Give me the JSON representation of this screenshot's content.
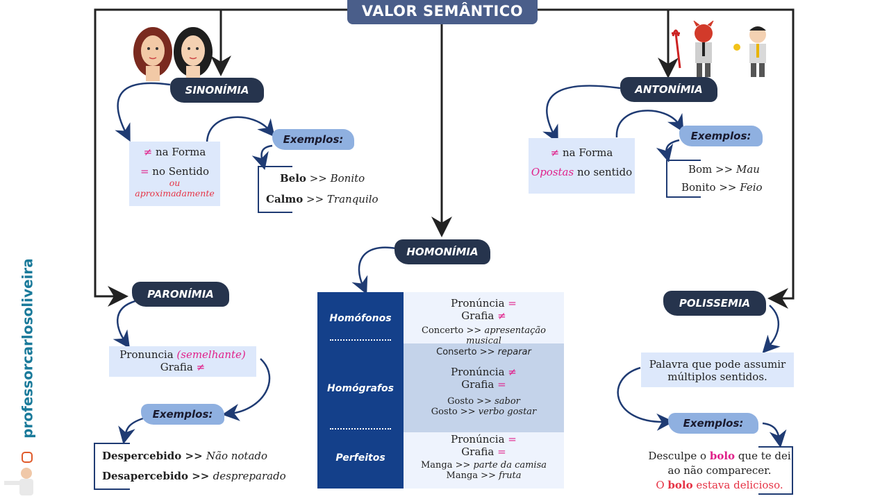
{
  "title": "VALOR SEMÂNTICO",
  "brand": {
    "handle": "professorcarlosoliveira",
    "accent": "#26344d",
    "label_blue": "#8fb0e0",
    "box_blue": "#dde8fb",
    "table_blue": "#14408a",
    "pink": "#e0218a",
    "red": "#e63345"
  },
  "sinonimia": {
    "label": "SINONÍMIA",
    "forma_sym": "≠",
    "forma": " na Forma",
    "sentido_sym": "=",
    "sentido": " no Sentido",
    "ou": "ou",
    "aprox": "aproximadamente",
    "exemplos_label": "Exemplos:",
    "ex1_word": "Belo",
    "ex1_sep": " >> ",
    "ex1_meaning": "Bonito",
    "ex2_word": "Calmo",
    "ex2_sep": " >> ",
    "ex2_meaning": "Tranquilo"
  },
  "antonimia": {
    "label": "ANTONÍMIA",
    "forma_sym": "≠",
    "forma": " na Forma",
    "opostas": "Opostas",
    "sentido": " no sentido",
    "exemplos_label": "Exemplos:",
    "ex1_word": "Bom",
    "ex1_sep": " >> ",
    "ex1_meaning": "Mau",
    "ex2_word": "Bonito",
    "ex2_sep": " >> ",
    "ex2_meaning": "Feio"
  },
  "homonimia": {
    "label": "HOMONÍMIA",
    "homofonos": {
      "label": "Homófonos",
      "line1": "Pronúncia ",
      "sym1": "=",
      "line2": "Grafia ",
      "sym2": "≠",
      "ex1_word": "Concerto >> ",
      "ex1_meaning": "apresentação musical",
      "ex2_word": "Conserto >> ",
      "ex2_meaning": "reparar"
    },
    "homografos": {
      "label": "Homógrafos",
      "line1": "Pronúncia ",
      "sym1": "≠",
      "line2": "Grafia ",
      "sym2": "=",
      "ex1_word": "Gosto >> ",
      "ex1_meaning": "sabor",
      "ex2_word": "Gosto >> ",
      "ex2_meaning": "verbo gostar"
    },
    "perfeitos": {
      "label": "Perfeitos",
      "line1": "Pronúncia ",
      "sym1": "=",
      "line2": "Grafia ",
      "sym2": "=",
      "ex1_word": "Manga >> ",
      "ex1_meaning": "parte da camisa",
      "ex2_word": "Manga >> ",
      "ex2_meaning": "fruta"
    }
  },
  "paronimia": {
    "label": "PARONÍMIA",
    "pron": "Pronuncia ",
    "semelhante": "(semelhante)",
    "grafia": "Grafia ",
    "grafia_sym": "≠",
    "exemplos_label": "Exemplos:",
    "ex1_word": "Despercebido >> ",
    "ex1_meaning": "Não notado",
    "ex2_word": "Desapercebido >> ",
    "ex2_meaning": "despreparado"
  },
  "polissemia": {
    "label": "POLISSEMIA",
    "def1": "Palavra que pode assumir",
    "def2": "múltiplos sentidos.",
    "exemplos_label": "Exemplos:",
    "ex_a1": "Desculpe o ",
    "ex_bolo": "bolo",
    "ex_a2": " que te dei",
    "ex_b": "ao não comparecer.",
    "ex_c1": "O ",
    "ex_c2": " estava delicioso."
  }
}
